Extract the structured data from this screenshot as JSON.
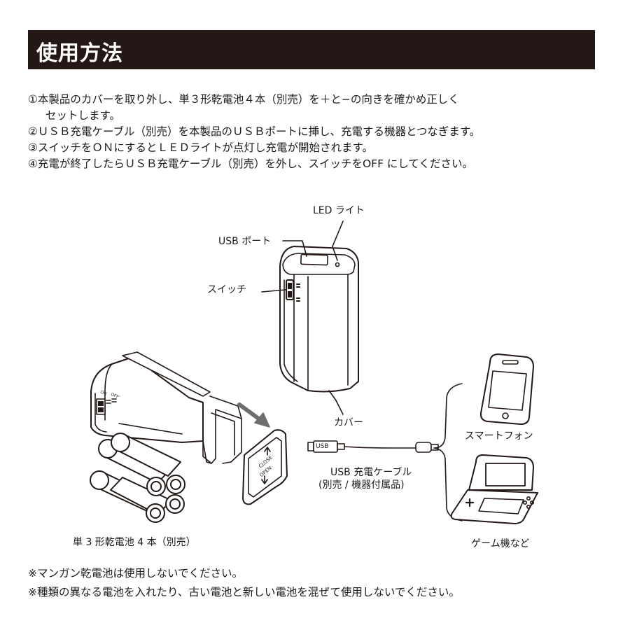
{
  "header": {
    "title": "使用方法"
  },
  "steps": [
    "①本製品のカバーを取り外し、単３形乾電池４本（別売）を＋と−の向きを確かめ正しく",
    "セットします。",
    "②ＵＳＢ充電ケーブル（別売）を本製品のＵＳＢポートに挿し、充電する機器とつなぎます。",
    "③スイッチをＯＮにするとＬＥＤライトが点灯し充電が開始されます。",
    "④充電が終了したらＵＳＢ充電ケーブル（別売）を外し、スイッチをOFF にしてください。"
  ],
  "diagram": {
    "led_label": "LED ライト",
    "usb_port_label": "USB ポート",
    "switch_label": "スイッチ",
    "cover_label": "カバー",
    "cable_label_1": "USB 充電ケーブル",
    "cable_label_2": "(別売 / 機器付属品)",
    "usb_plug_text": "USB",
    "smartphone_label": "スマートフォン",
    "game_label": "ゲーム機など",
    "battery_label": "単 3 形乾電池 4 本（別売）",
    "switch_on": "ON",
    "switch_off": "OFF",
    "cover_close": "CLOSE",
    "cover_open": "OPEN"
  },
  "notes": [
    "※マンガン乾電池は使用しないでください。",
    "※種類の異なる電池を入れたり、古い電池と新しい電池を混ぜて使用しないでください。"
  ]
}
